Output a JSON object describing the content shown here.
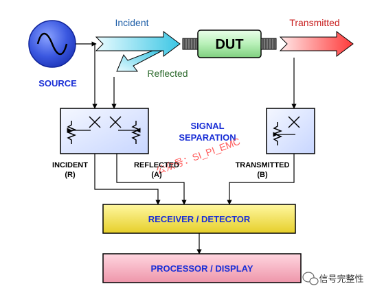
{
  "labels": {
    "source": "SOURCE",
    "incident_arrow": "Incident",
    "transmitted_arrow": "Transmitted",
    "reflected_arrow": "Reflected",
    "dut": "DUT",
    "signal_separation_1": "SIGNAL",
    "signal_separation_2": "SEPARATION",
    "incident_port": "INCIDENT",
    "incident_port_sub": "(R)",
    "reflected_port": "REFLECTED",
    "reflected_port_sub": "(A)",
    "transmitted_port": "TRANSMITTED",
    "transmitted_port_sub": "(B)",
    "receiver": "RECEIVER / DETECTOR",
    "processor": "PROCESSOR / DISPLAY",
    "watermark": "公众号：SI_PI_EMC",
    "wechat_caption": "信号完整性"
  },
  "colors": {
    "source_fill": "#3b58e0",
    "label_blue": "#1a2fd6",
    "incident_text": "#1f5fa8",
    "transmitted_text": "#c81e1e",
    "reflected_text": "#2f6b2f",
    "arrow_cyan": "#5ad0e8",
    "arrow_red": "#ff4a4a",
    "dut_green": "#b8f0b8",
    "box_blue": "#dde6ff",
    "receiver_yellow": "#f2e04a",
    "processor_pink": "#f4a8b8",
    "watermark": "#ff3030"
  }
}
